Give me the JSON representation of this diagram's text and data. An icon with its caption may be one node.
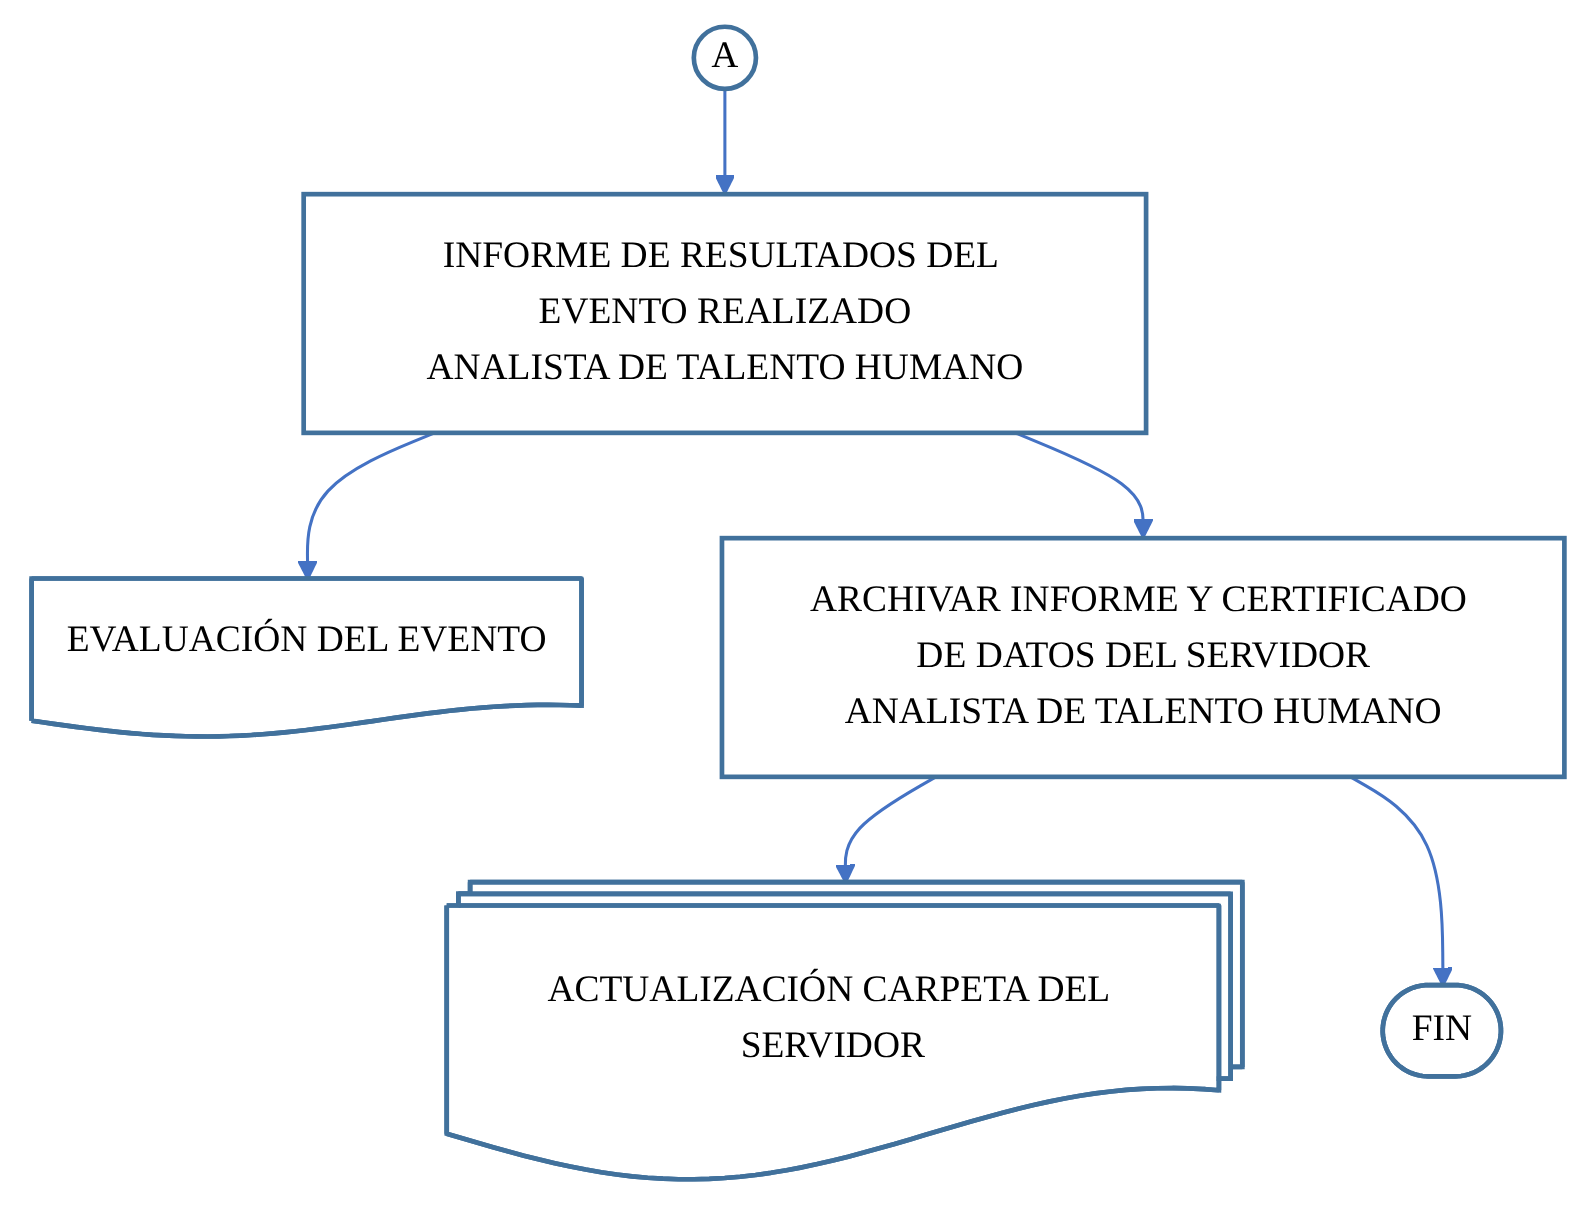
{
  "diagram": {
    "nodes": [
      {
        "text": [
          "A"
        ]
      },
      {
        "text": [
          "INFORME DE RESULTADOS DEL EVENTO REALIZADO",
          "ANALISTA DE TALENTO HUMANO"
        ]
      },
      {
        "text": [
          "EVALUACIÓN DEL EVENTO"
        ]
      },
      {
        "text": [
          "ARCHIVAR INFORME Y CERTIFICADO DE DATOS DEL SERVIDOR",
          "ANALISTA DE TALENTO HUMANO"
        ]
      },
      {
        "text": [
          "ACTUALIZACIÓN CARPETA DEL SERVIDOR"
        ]
      },
      {
        "text": [
          "FIN"
        ]
      }
    ],
    "edges": [
      {
        "from": 0,
        "to": 1,
        "arrow": "to"
      },
      {
        "from": 1,
        "to": 2,
        "arrow": "to"
      },
      {
        "from": 1,
        "to": 3,
        "arrow": "to"
      },
      {
        "from": 3,
        "to": 4,
        "arrow": "to"
      },
      {
        "from": 3,
        "to": 5,
        "arrow": "to"
      }
    ]
  }
}
